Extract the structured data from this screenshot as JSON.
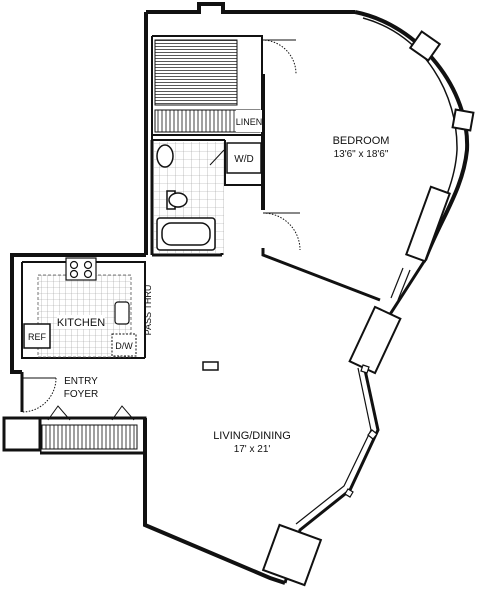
{
  "rooms": {
    "bedroom": {
      "name": "BEDROOM",
      "dimensions": "13'6\" x 18'6\""
    },
    "living_dining": {
      "name": "LIVING/DINING",
      "dimensions": "17' x 21'"
    },
    "kitchen": {
      "name": "KITCHEN"
    },
    "entry": {
      "line1": "ENTRY",
      "line2": "FOYER"
    }
  },
  "fixtures": {
    "linen": "LINEN",
    "washer_dryer": "W/D",
    "refrigerator": "REF",
    "dishwasher": "D/W",
    "pass_thru": "PASS THRU"
  },
  "colors": {
    "wall": "#111111",
    "tile": "#9a9a9a",
    "background": "#ffffff"
  }
}
